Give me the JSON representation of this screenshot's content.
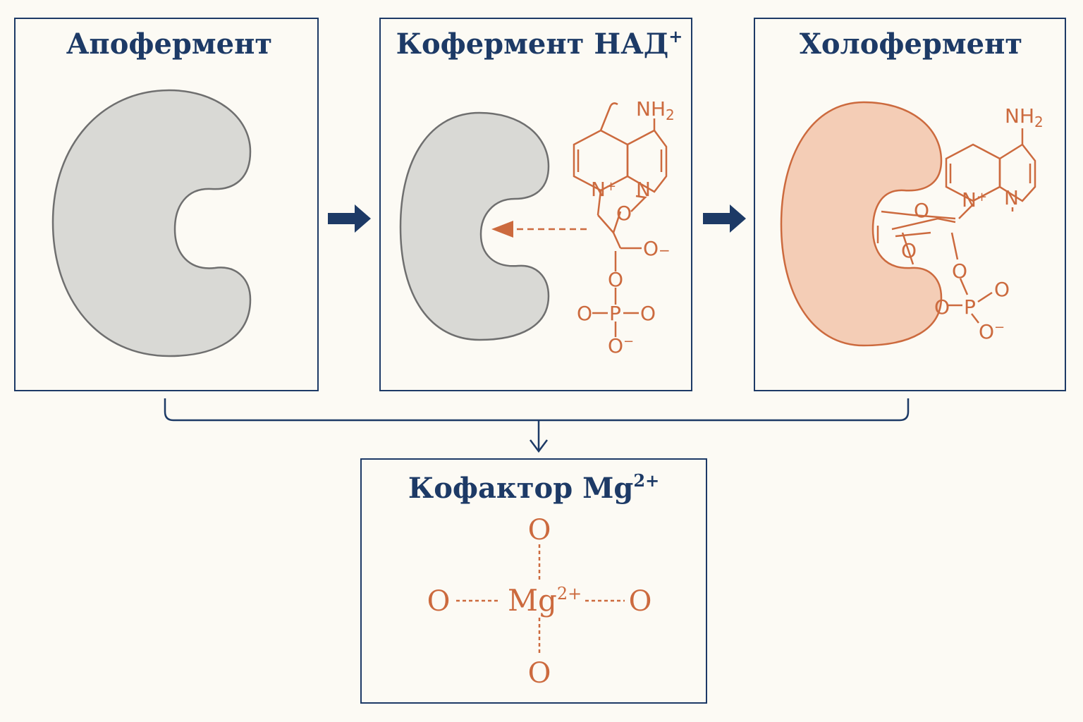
{
  "panels": {
    "apoenzyme": {
      "title": "Апофермент"
    },
    "coenzyme": {
      "title_main": "Кофермент НАД",
      "title_sup": "+"
    },
    "holoenzyme": {
      "title": "Холофермент"
    },
    "cofactor": {
      "title_main": "Кофактор Mg",
      "title_sup": "2+"
    }
  },
  "coenzyme_structure": {
    "amine": "NH",
    "amine_sub": "2",
    "ring_n_left": "N",
    "ring_n_left_charge": "+",
    "ring_n_right": "N",
    "ring_o": "O",
    "o_right": "O",
    "o_right_charge": "−",
    "o_link": "O",
    "o_left": "O",
    "phosphorus": "P",
    "o_right2": "O",
    "o_bottom": "O",
    "o_bottom_charge": "−"
  },
  "holoenzyme_structure": {
    "amine": "NH",
    "amine_sub": "2",
    "ring_n_left": "N",
    "ring_n_left_charge": "+",
    "ring_n_right": "N",
    "ring_o_top": "O",
    "ring_o_low": "O",
    "o_link": "O",
    "o_left": "O",
    "phosphorus": "P",
    "o_right": "O",
    "o_bottom": "O",
    "o_bottom_charge": "−"
  },
  "cofactor_structure": {
    "metal": "Mg",
    "metal_charge": "2+",
    "o_top": "O",
    "o_left": "O",
    "o_right": "O",
    "o_bottom": "O"
  },
  "colors": {
    "frame": "#1d3a66",
    "protein_gray": "#d9d9d5",
    "protein_outline": "#6f6f6f",
    "holo_fill": "#f4cdb6",
    "accent_orange": "#cc6a3e",
    "background": "#fcfaf4"
  }
}
